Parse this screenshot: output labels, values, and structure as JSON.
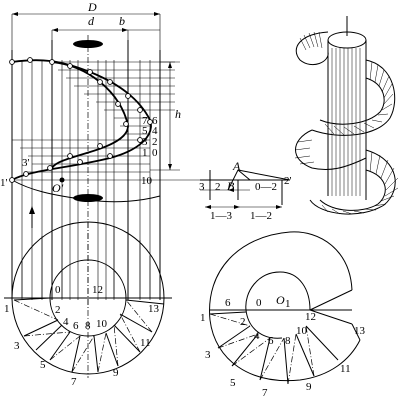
{
  "labels": {
    "D": "D",
    "d": "d",
    "b": "b",
    "h": "h",
    "A": "A",
    "B": "B",
    "O_prime": "O'",
    "O1": "O",
    "O1_sub": "1",
    "one_prime": "1'",
    "two_prime": "2'",
    "three_prime": "3'",
    "zero_minus_two": "0—2",
    "one_minus_three": "1—3",
    "one_minus_two": "1—2",
    "three": "3",
    "two": "2",
    "ten": "10",
    "right_stack": [
      "7",
      "6",
      "5",
      "4",
      "3",
      "2",
      "1",
      "0"
    ],
    "left_plan": [
      "0",
      "12",
      "1",
      "2",
      "4",
      "6",
      "8",
      "10",
      "13",
      "3",
      "5",
      "7",
      "9",
      "11"
    ],
    "right_plan": [
      "6",
      "0",
      "1",
      "2",
      "4",
      "3",
      "6",
      "8",
      "10",
      "12",
      "13",
      "5",
      "7",
      "9",
      "11"
    ]
  }
}
